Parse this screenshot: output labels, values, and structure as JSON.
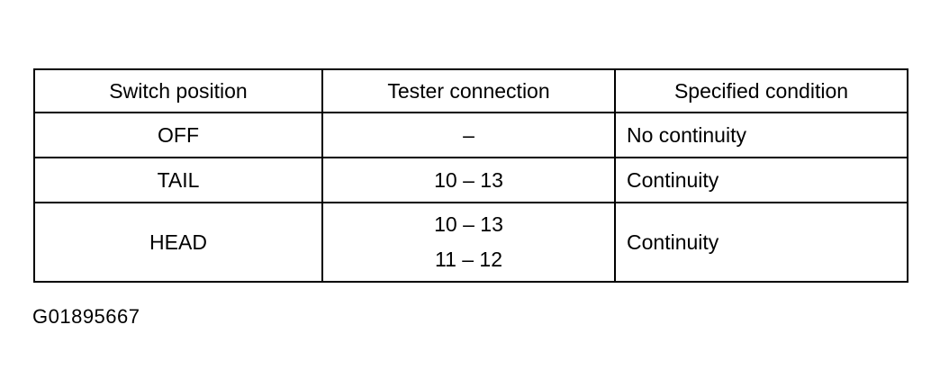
{
  "table": {
    "headers": [
      "Switch position",
      "Tester connection",
      "Specified condition"
    ],
    "rows": [
      {
        "switch": "OFF",
        "tester": [
          "–"
        ],
        "condition": "No continuity"
      },
      {
        "switch": "TAIL",
        "tester": [
          "10 – 13"
        ],
        "condition": "Continuity"
      },
      {
        "switch": "HEAD",
        "tester": [
          "10 – 13",
          "11 – 12"
        ],
        "condition": "Continuity"
      }
    ]
  },
  "figure_code": "G01895667"
}
